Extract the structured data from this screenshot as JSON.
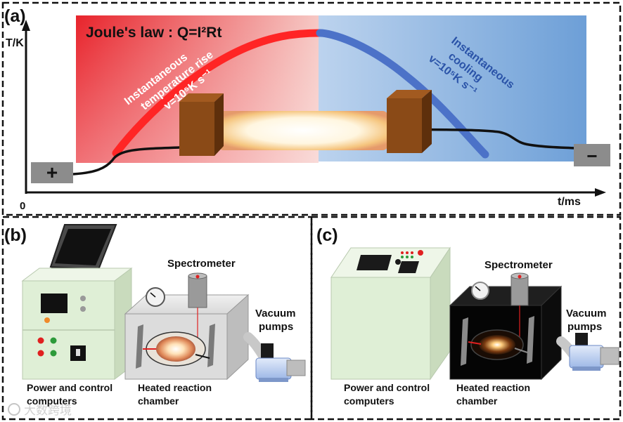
{
  "panel_a": {
    "label": "(a)",
    "y_axis_label": "T/K",
    "x_axis_label": "t/ms",
    "origin_label": "0",
    "formula": "Joule's law : Q=I²Rt",
    "heating": {
      "line1": "Instantaneous",
      "line2": "temperature rise",
      "line3": "v=10⁵K s⁻¹"
    },
    "cooling": {
      "line1": "Instantaneous",
      "line2": "cooling",
      "line3": "v=10⁵K s⁻¹"
    },
    "positive_terminal": "+",
    "negative_terminal": "−"
  },
  "panel_b": {
    "label": "(b)",
    "spectrometer": "Spectrometer",
    "vacuum_line1": "Vacuum",
    "vacuum_line2": "pumps",
    "computers_line1": "Power and control",
    "computers_line2": "computers",
    "chamber_line1": "Heated reaction",
    "chamber_line2": "chamber"
  },
  "panel_c": {
    "label": "(c)",
    "spectrometer": "Spectrometer",
    "vacuum_line1": "Vacuum",
    "vacuum_line2": "pumps",
    "computers_line1": "Power and control",
    "computers_line2": "computers",
    "chamber_line1": "Heated reaction",
    "chamber_line2": "chamber"
  },
  "watermark": "大数跨境",
  "colors": {
    "heating_red": "#e0181f",
    "cooling_blue": "#3f6fc9",
    "electrode_brown": "#8a4a17",
    "cabinet_green": "#dfefd6"
  }
}
